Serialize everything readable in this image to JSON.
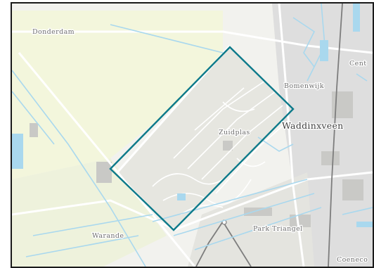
{
  "map": {
    "labels": {
      "donderdam": "Donderdam",
      "bomenwijk": "Bomenwijk",
      "cent": "Cent",
      "waddinxveen": "Waddinxveen",
      "zuidplas": "Zuidplas",
      "park_triangel": "Park Triangel",
      "warande": "Warande",
      "coeneco": "Coeneco"
    },
    "colors": {
      "outline": "#0d7a8a",
      "water": "#a9d8ee",
      "polder": "#f3f6dc",
      "urban": "#dcdcdc",
      "road": "#ffffff",
      "rail": "#7d7d7d"
    }
  }
}
